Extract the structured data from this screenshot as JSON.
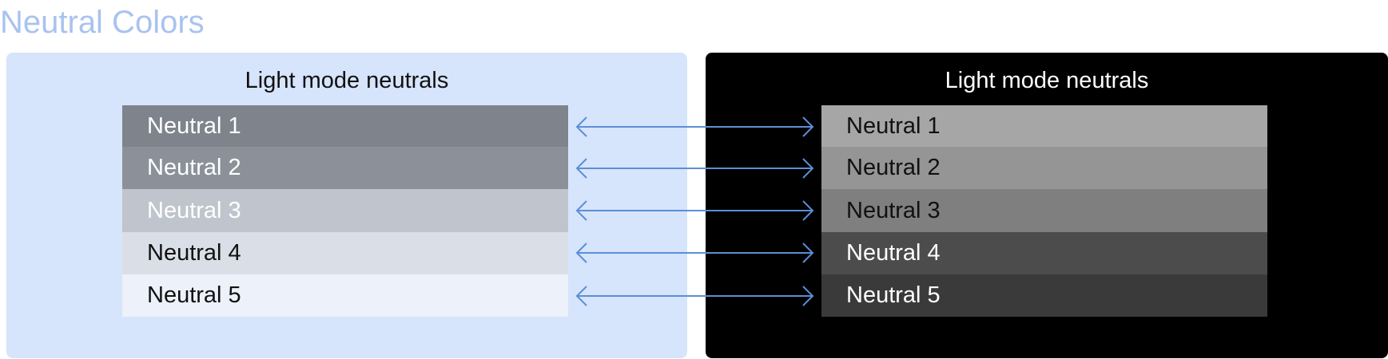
{
  "title": "Neutral Colors",
  "light_panel": {
    "title": "Light mode neutrals",
    "background": "#d6e4fc",
    "swatches": [
      {
        "label": "Neutral 1",
        "color": "#7e838c",
        "text_color": "#ffffff"
      },
      {
        "label": "Neutral 2",
        "color": "#8c9199",
        "text_color": "#ffffff"
      },
      {
        "label": "Neutral 3",
        "color": "#c0c5cd",
        "text_color": "#ffffff"
      },
      {
        "label": "Neutral 4",
        "color": "#dadee6",
        "text_color": "#111111"
      },
      {
        "label": "Neutral 5",
        "color": "#edf1f9",
        "text_color": "#111111"
      }
    ]
  },
  "dark_panel": {
    "title": "Light mode neutrals",
    "background": "#000000",
    "swatches": [
      {
        "label": "Neutral 1",
        "color": "#a6a6a6",
        "text_color": "#111111"
      },
      {
        "label": "Neutral 2",
        "color": "#959595",
        "text_color": "#111111"
      },
      {
        "label": "Neutral 3",
        "color": "#7f7f7f",
        "text_color": "#111111"
      },
      {
        "label": "Neutral 4",
        "color": "#4c4c4c",
        "text_color": "#ffffff"
      },
      {
        "label": "Neutral 5",
        "color": "#3a3a3a",
        "text_color": "#ffffff"
      }
    ]
  },
  "arrow_color": "#5b8fd6",
  "page_title_color": "#a9c3ef"
}
